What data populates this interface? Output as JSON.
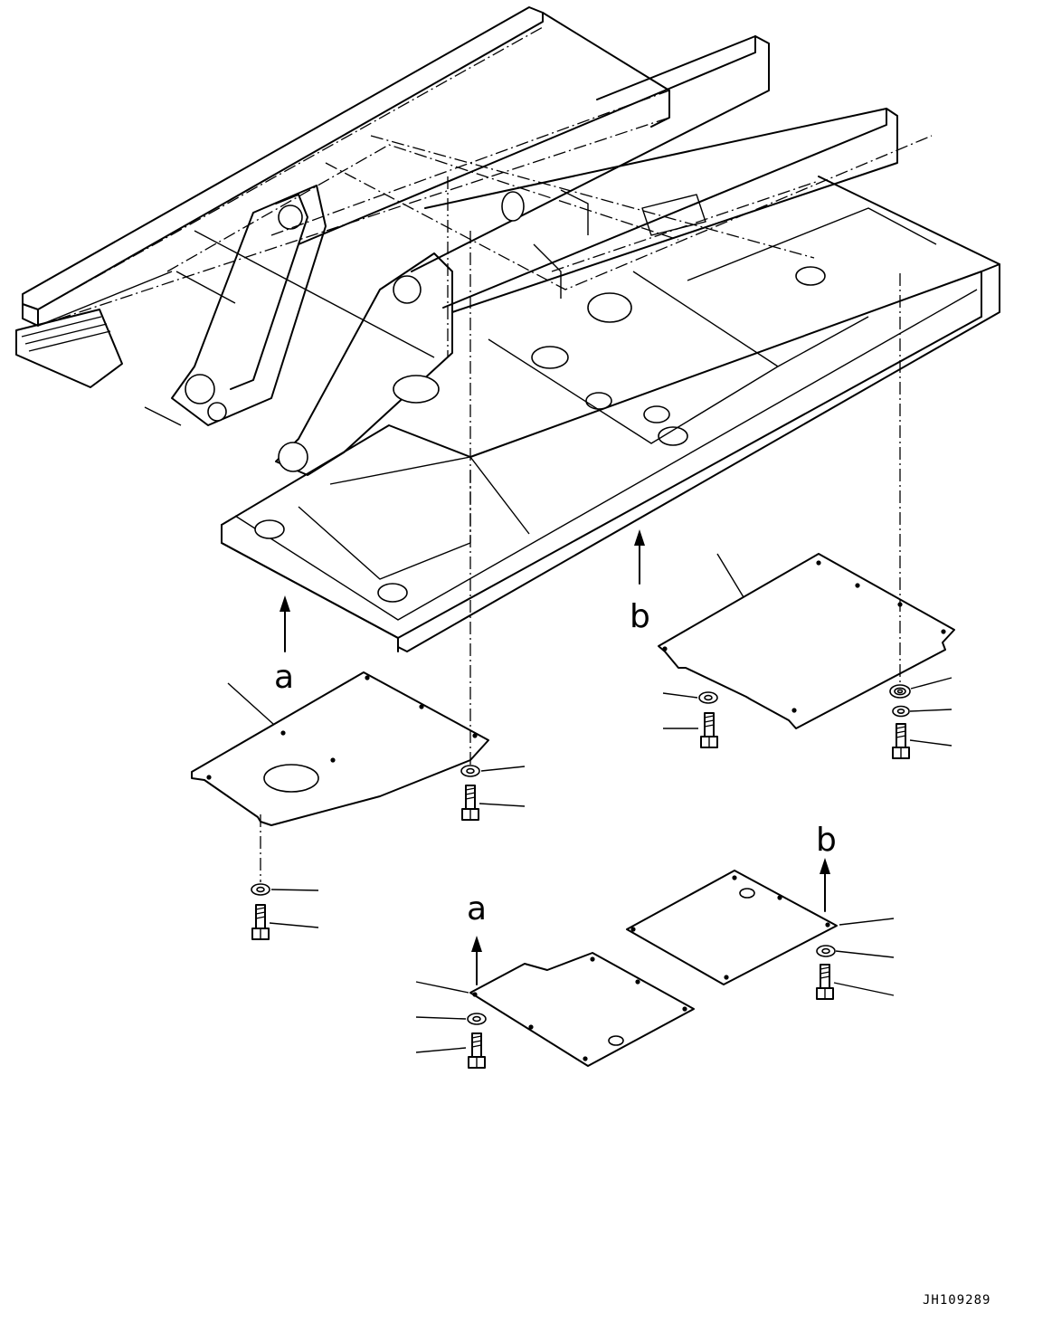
{
  "callouts": {
    "a_upper": "a",
    "b_upper": "b",
    "a_lower": "a",
    "b_lower": "b"
  },
  "drawing_code": "JH109289"
}
